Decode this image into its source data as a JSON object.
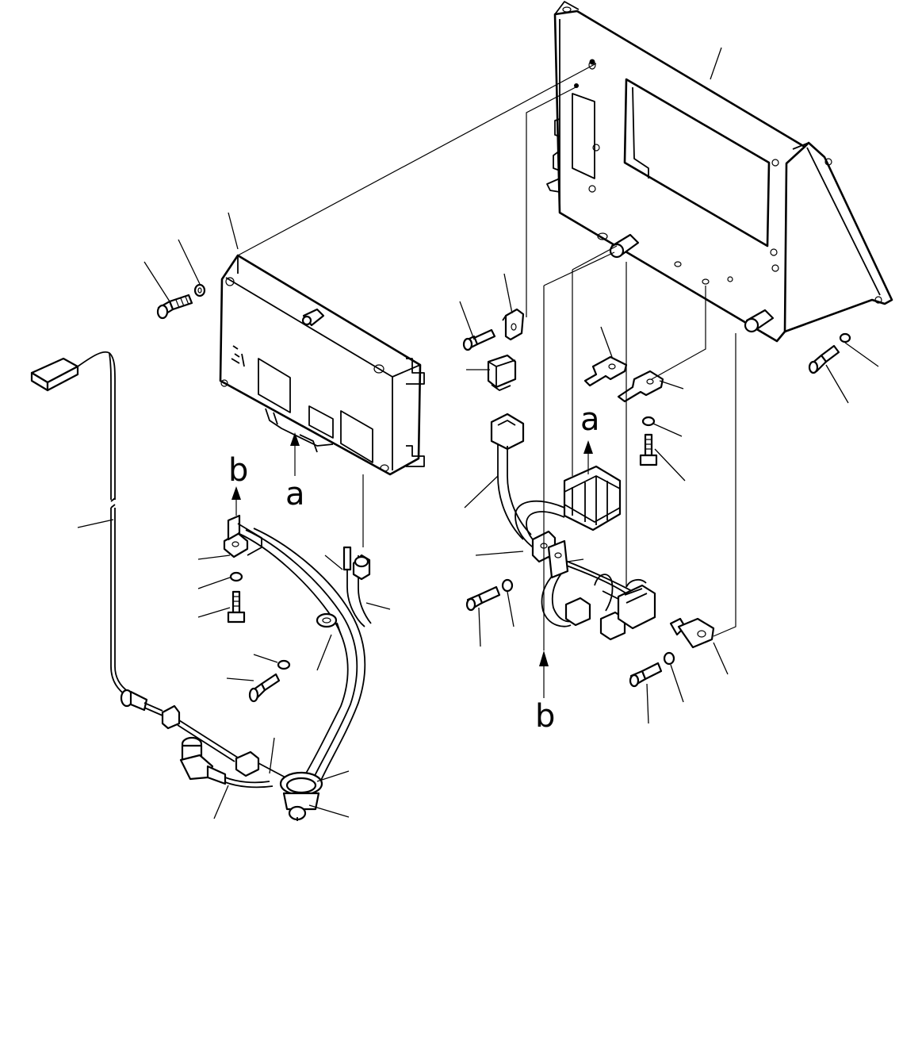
{
  "diagram": {
    "kind": "exploded parts drawing",
    "view_letters": [
      {
        "id": "a-controller",
        "text": "a"
      },
      {
        "id": "a-harness",
        "text": "a"
      },
      {
        "id": "b-clamp",
        "text": "b"
      },
      {
        "id": "b-harness",
        "text": "b"
      }
    ]
  }
}
